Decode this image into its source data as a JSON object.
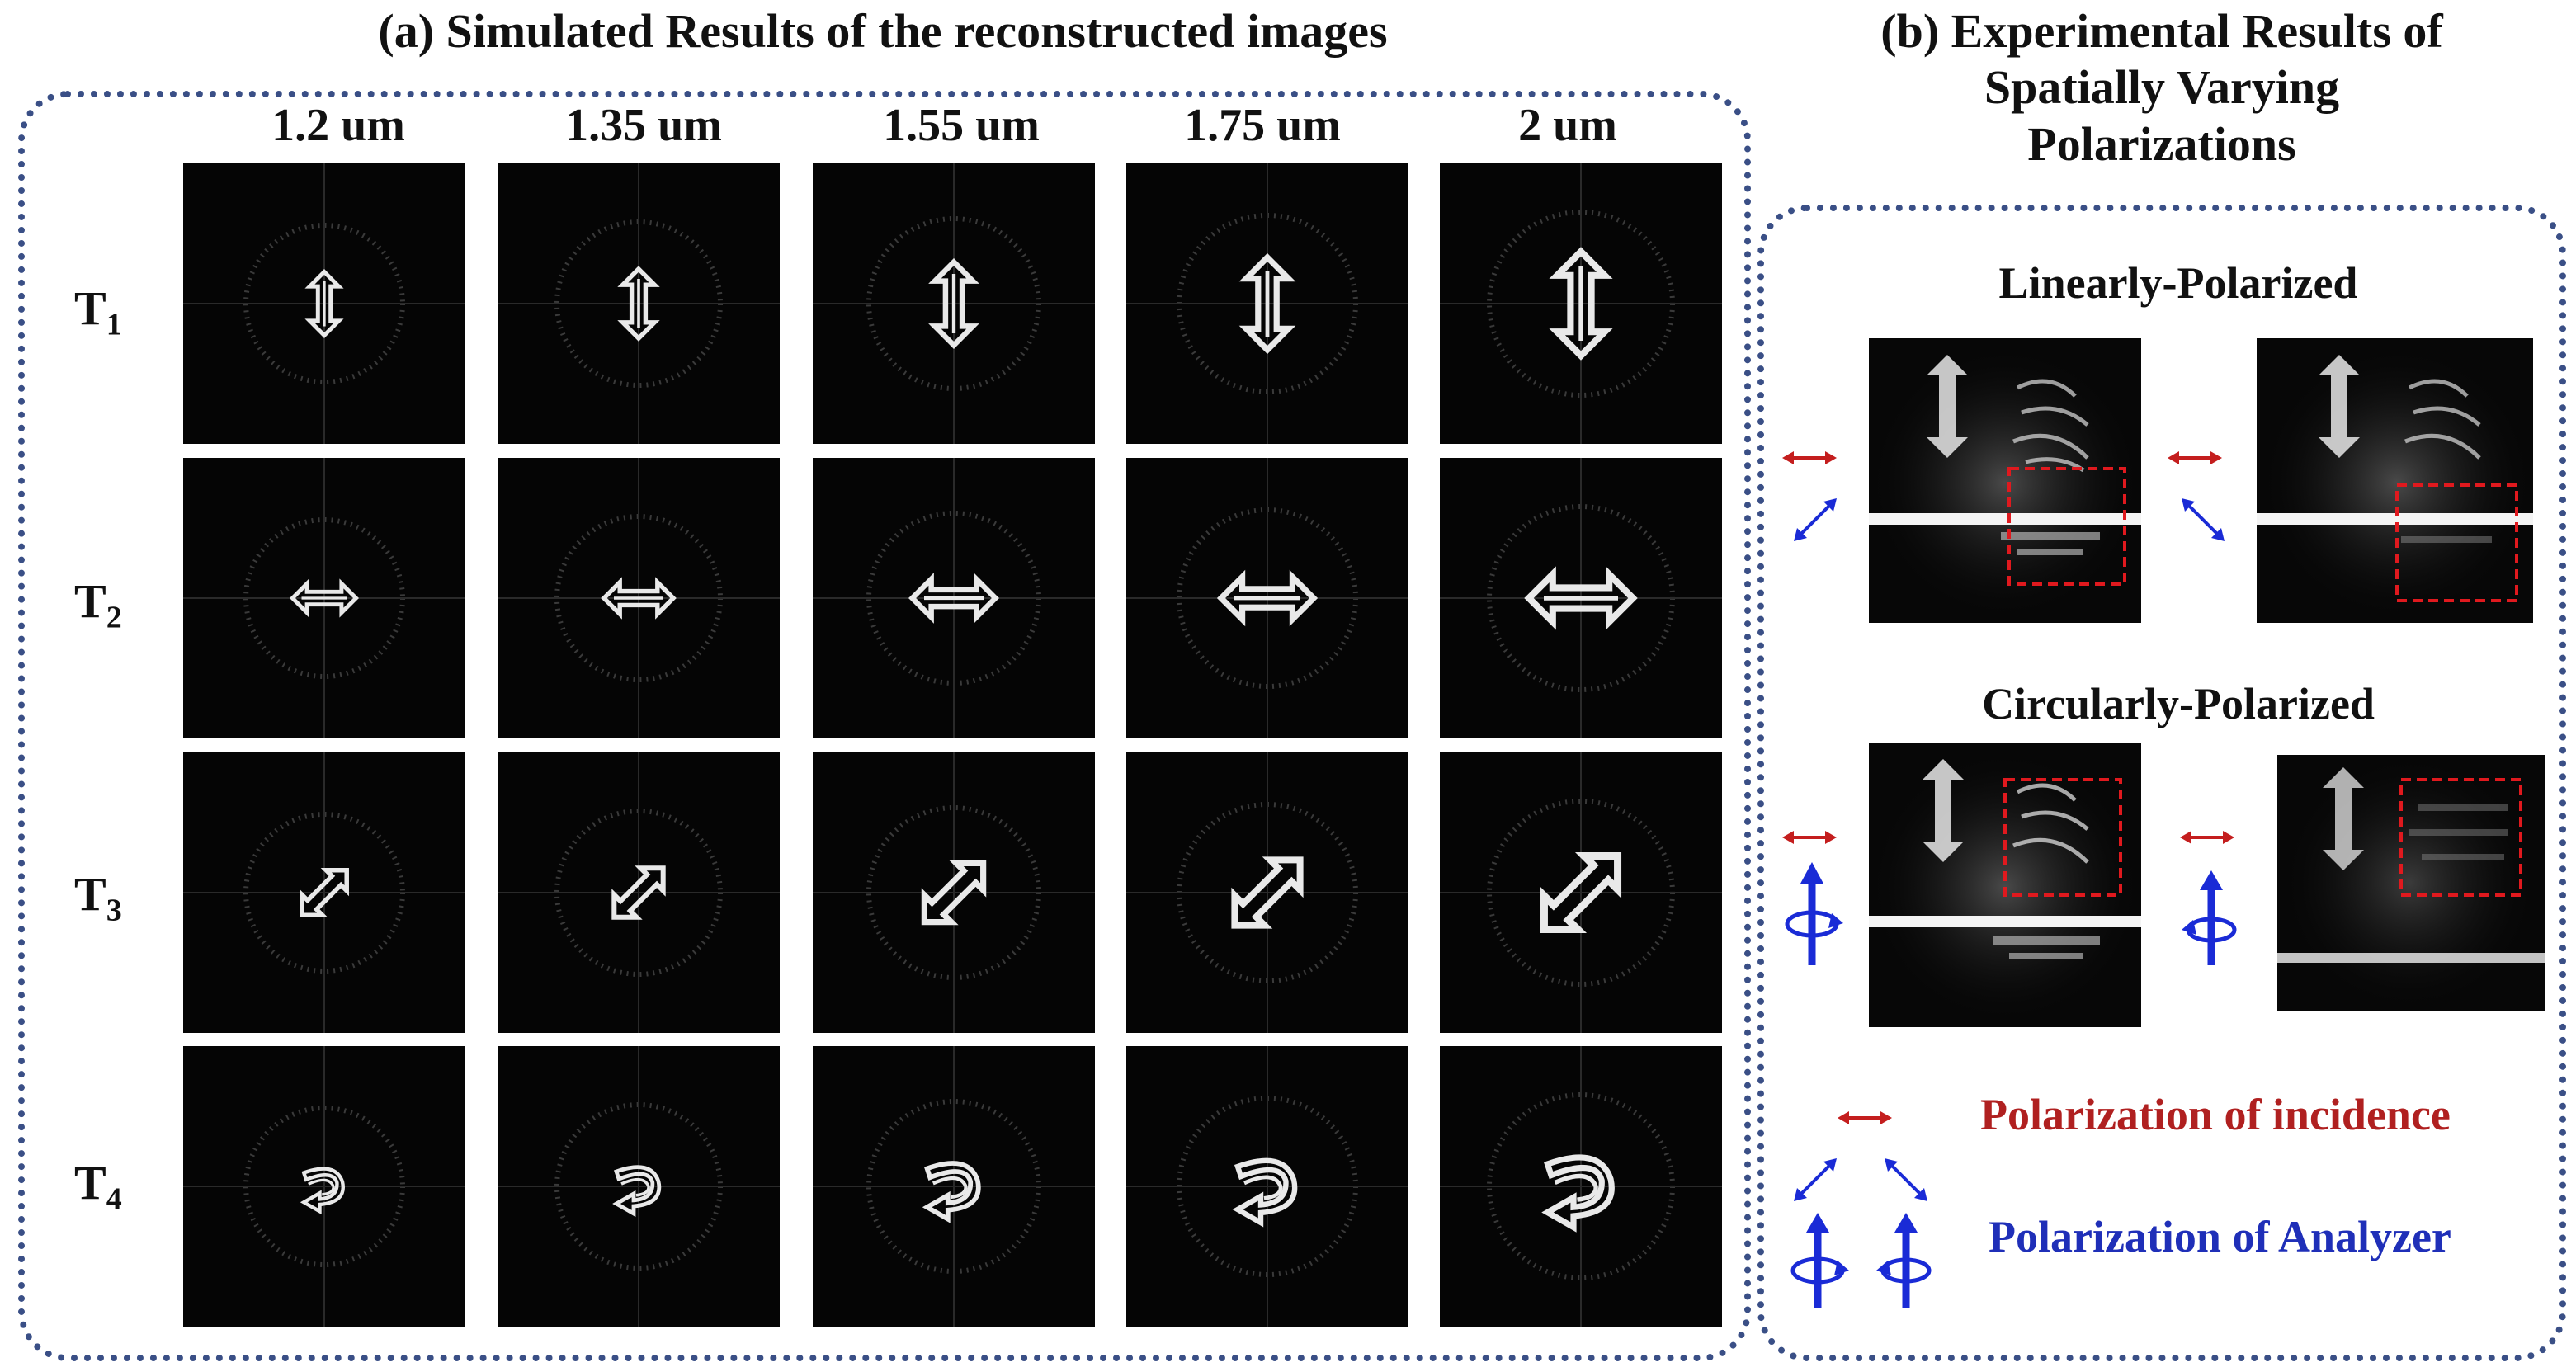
{
  "panel_a": {
    "title": "(a) Simulated Results of the reconstructed images",
    "columns": [
      "1.2 um",
      "1.35 um",
      "1.55 um",
      "1.75 um",
      "2 um"
    ],
    "rows": [
      {
        "label": "T",
        "sub": "1",
        "arrow": "vertical-double-arrow-icon"
      },
      {
        "label": "T",
        "sub": "2",
        "arrow": "horizontal-double-arrow-icon"
      },
      {
        "label": "T",
        "sub": "3",
        "arrow": "diagonal-double-arrow-icon"
      },
      {
        "label": "T",
        "sub": "4",
        "arrow": "spiral-arrow-icon"
      }
    ]
  },
  "panel_b": {
    "title_lines": [
      "(b) Experimental Results of",
      "Spatially Varying",
      "Polarizations"
    ],
    "linear_label": "Linearly-Polarized",
    "circular_label": "Circularly-Polarized",
    "legend": {
      "incidence": "Polarization of incidence",
      "analyzer": "Polarization of Analyzer",
      "incidence_color": "#b02020",
      "analyzer_color": "#1f2fb8"
    }
  },
  "colors": {
    "border": "#3a4f86",
    "incidence_arrow": "#c41e1e",
    "analyzer_arrow": "#1a2bd6",
    "roi_box": "#e0191e"
  }
}
